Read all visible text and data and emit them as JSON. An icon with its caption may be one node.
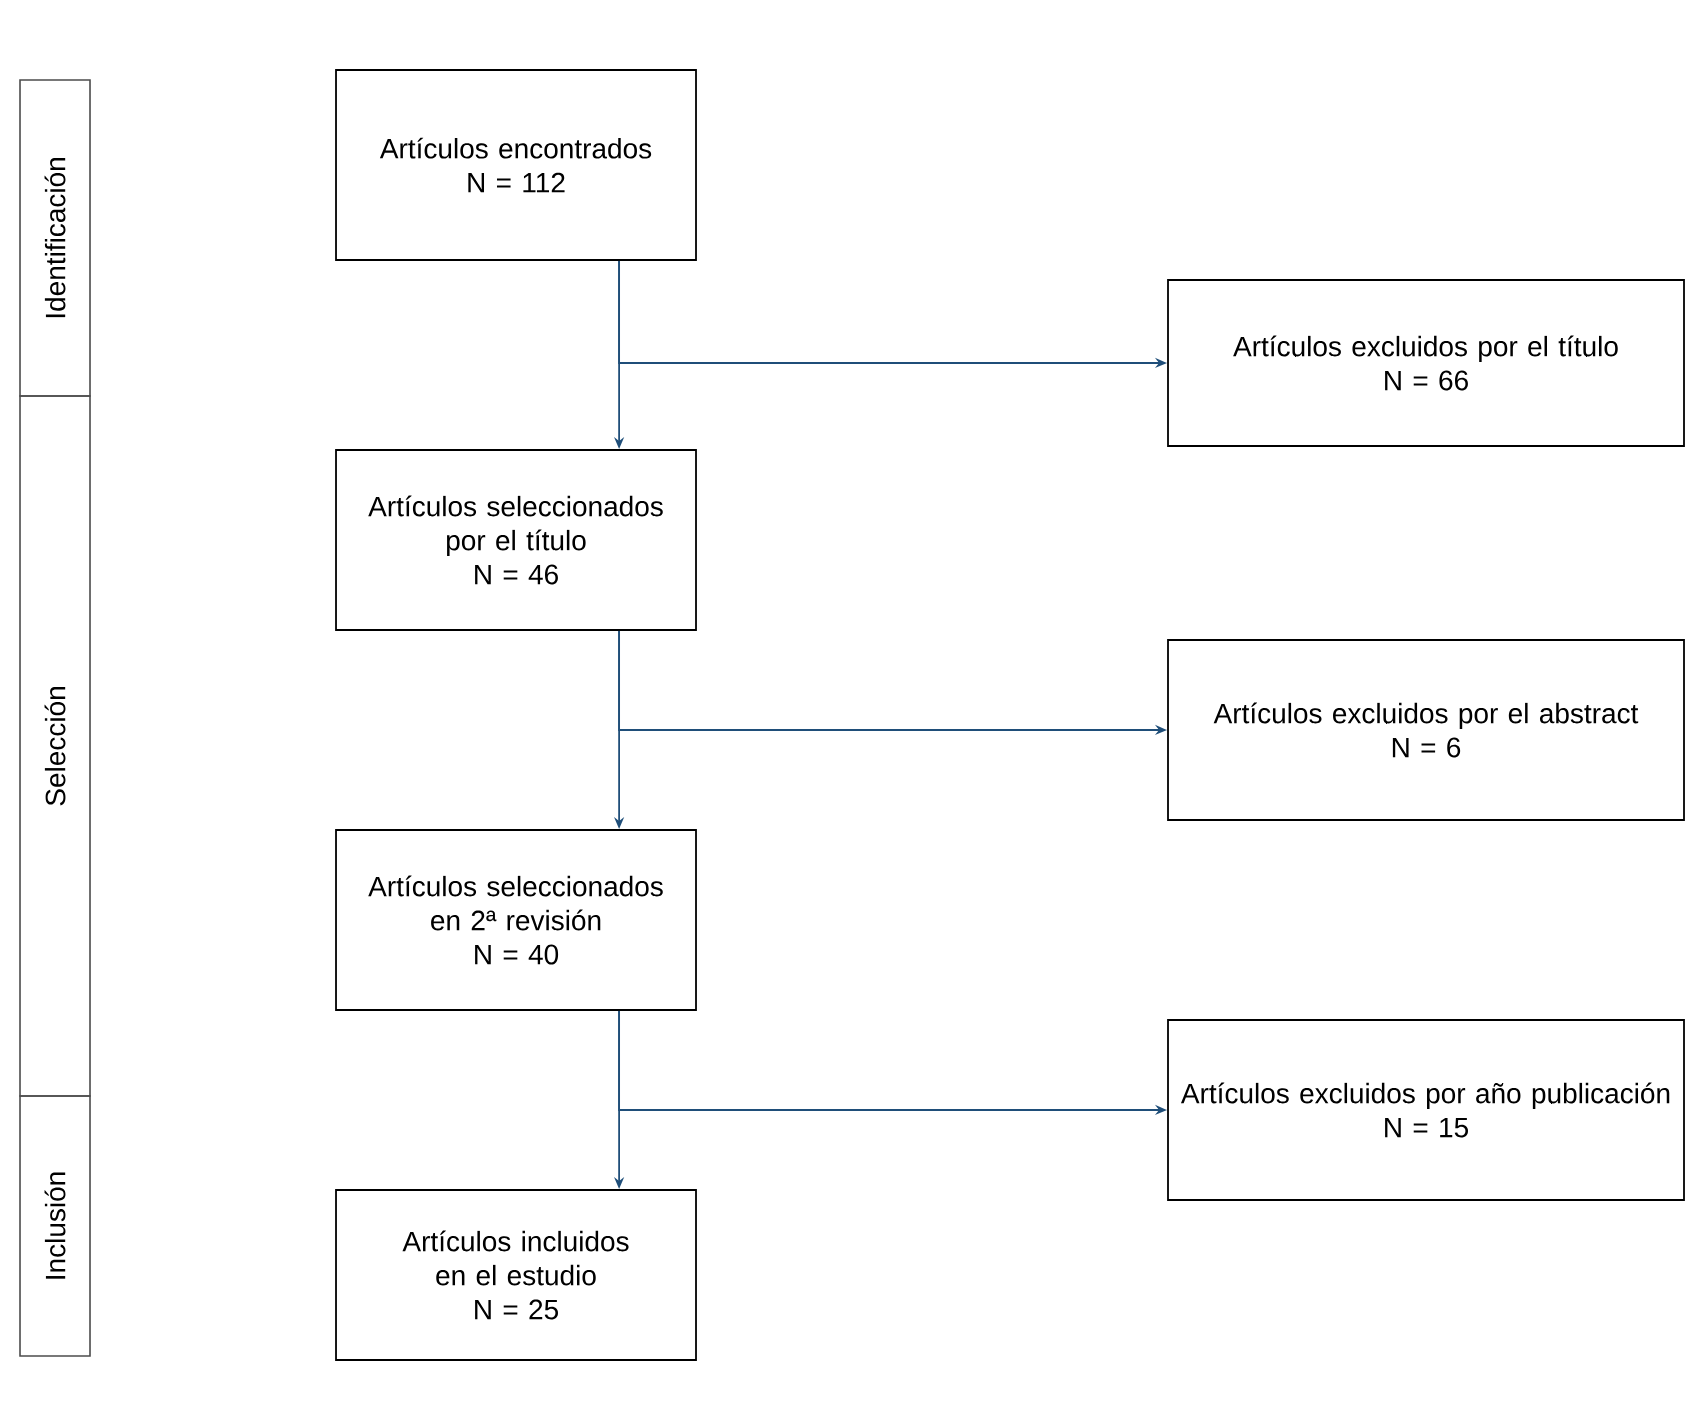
{
  "diagram": {
    "nodes": [
      {
        "text": [
          "Identificación"
        ]
      },
      {
        "text": [
          "Selección"
        ]
      },
      {
        "text": [
          "Inclusión"
        ]
      },
      {
        "text": [
          "Artículos encontrados",
          "N = 112"
        ]
      },
      {
        "text": [
          "Artículos excluidos por el título",
          "N = 66"
        ]
      },
      {
        "text": [
          "Artículos seleccionados por el título",
          "N = 46"
        ]
      },
      {
        "text": [
          "Artículos excluidos por el abstract",
          "N = 6"
        ]
      },
      {
        "text": [
          "Artículos seleccionados en 2ª revisión",
          "N = 40"
        ]
      },
      {
        "text": [
          "Artículos excluidos por año publicación",
          "N = 15"
        ]
      },
      {
        "text": [
          "Artículos incluidos en el estudio",
          "N = 25"
        ]
      }
    ],
    "edges": [
      {
        "from": 3,
        "to": 5,
        "arrow": "to"
      },
      {
        "from": 3,
        "to": 4,
        "arrow": "to"
      },
      {
        "from": 5,
        "to": 7,
        "arrow": "to"
      },
      {
        "from": 5,
        "to": 6,
        "arrow": "to"
      },
      {
        "from": 7,
        "to": 9,
        "arrow": "to"
      },
      {
        "from": 7,
        "to": 8,
        "arrow": "to"
      }
    ]
  }
}
